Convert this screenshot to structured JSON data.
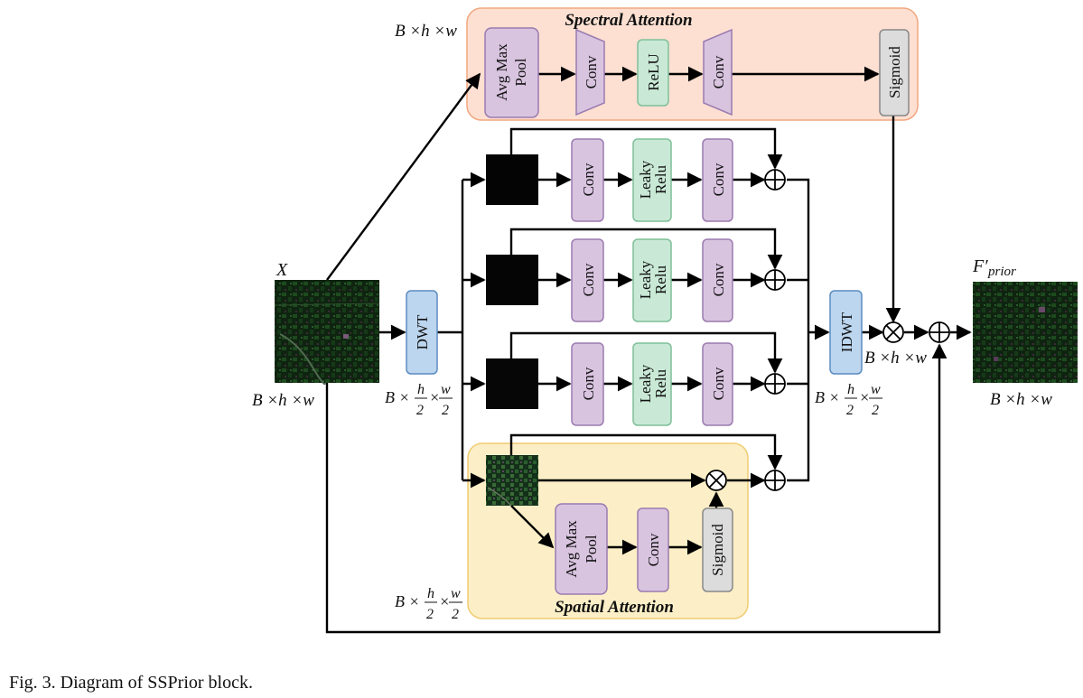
{
  "caption": "Fig. 3.  Diagram of SSPrior block.",
  "colors": {
    "spectral_panel": "#fde0d2",
    "spatial_panel": "#fcefc7",
    "conv_fill": "#d9c4e0",
    "conv_stroke": "#9a7bb0",
    "relu_fill": "#c9e9d6",
    "relu_stroke": "#7fbf99",
    "sigmoid_fill": "#dcdcdc",
    "dwt_fill": "#bcd6ef",
    "dwt_stroke": "#5c8cc0"
  },
  "labels": {
    "input_symbol": "X",
    "output_symbol": "F′prior",
    "output_main": "F′",
    "output_sub": "prior",
    "dim_full": "B ×h ×w",
    "dim_prefix": "B ×",
    "frac_h": "h",
    "frac_w": "w",
    "frac_den": "2",
    "times": "×"
  },
  "spectral_attention": {
    "title": "Spectral Attention",
    "pool_line1": "Avg Max",
    "pool_line2": "Pool",
    "conv1": "Conv",
    "relu": "ReLU",
    "conv2": "Conv",
    "sigmoid": "Sigmoid"
  },
  "blocks": {
    "dwt": "DWT",
    "idwt": "IDWT"
  },
  "branches": [
    {
      "conv1": "Conv",
      "act_line1": "Leaky",
      "act_line2": "Relu",
      "conv2": "Conv"
    },
    {
      "conv1": "Conv",
      "act_line1": "Leaky",
      "act_line2": "Relu",
      "conv2": "Conv"
    },
    {
      "conv1": "Conv",
      "act_line1": "Leaky",
      "act_line2": "Relu",
      "conv2": "Conv"
    }
  ],
  "spatial_attention": {
    "title": "Spatial Attention",
    "pool_line1": "Avg  Max",
    "pool_line2": "Pool",
    "conv": "Conv",
    "sigmoid": "Sigmoid"
  },
  "icons": [
    "plus-circle-icon",
    "times-circle-icon",
    "arrowhead-icon"
  ]
}
